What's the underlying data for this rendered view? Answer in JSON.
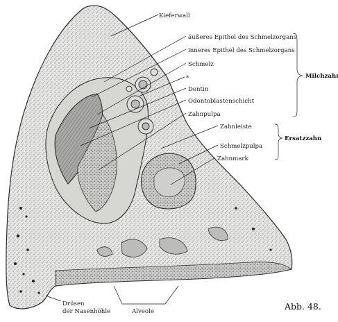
{
  "figure": {
    "caption": "Abb. 48.",
    "labels": {
      "kieferwall": "Kieferwall",
      "aeusseres_epithel": "äußeres Epithel des Schmelzorgans",
      "inneres_epithel": "inneres Epithel des Schmelzorgans",
      "schmelz": "Schmelz",
      "stern": "*",
      "dentin": "Dentin",
      "odontoblastenschicht": "Odontoblastenschicht",
      "zahnpulpa": "Zahnpulpa",
      "zahnleiste": "Zahnleiste",
      "schmelzpulpa": "Schmelzpulpa",
      "zahnmark": "Zahnmark",
      "druesen_line1": "Drüsen",
      "druesen_line2": "der Nasenhöhle",
      "alveole": "Alveole"
    },
    "groups": {
      "milchzahn": "Milchzahn",
      "ersatzzahn": "Ersatzzahn"
    }
  }
}
